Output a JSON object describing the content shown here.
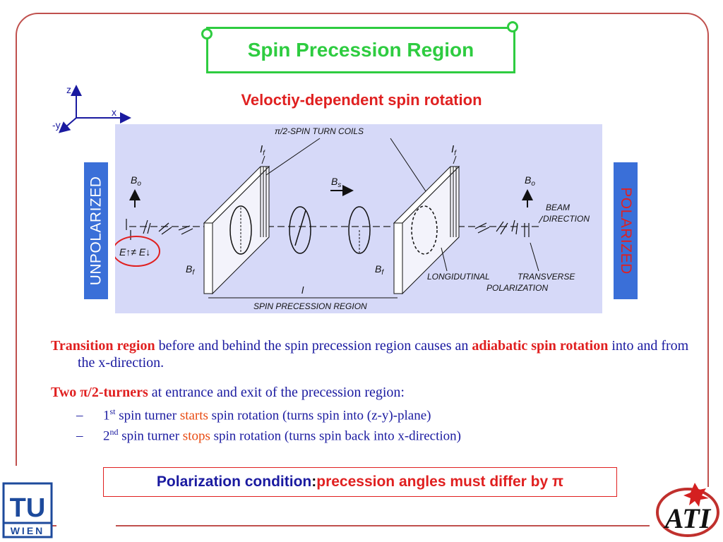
{
  "title": "Spin Precession Region",
  "subtitle": "Veloctiy-dependent spin rotation",
  "axes": {
    "z": "z",
    "x": "x",
    "neg_y": "-y"
  },
  "side_labels": {
    "left": "UNPOLARIZED",
    "right": "POLARIZED"
  },
  "diagram": {
    "coils_label": "π/2-SPIN TURN COILS",
    "i_f": "I",
    "i_f_sub": "f",
    "b0": "B",
    "b0_sub": "o",
    "bs": "B",
    "bs_sub": "s",
    "bf": "B",
    "bf_sub": "f",
    "energy": "E↑≠ E↓",
    "beam_direction_1": "BEAM",
    "beam_direction_2": "DIRECTION",
    "longitudinal": "LONGIDUTINAL",
    "transverse": "TRANSVERSE",
    "polarization": "POLARIZATION",
    "length": "l",
    "region": "SPIN PRECESSION REGION"
  },
  "bullets": {
    "p1_a": "Transition region",
    "p1_b": " before and behind the spin precession region causes an ",
    "p1_c": "adiabatic spin rotation",
    "p1_d": " into and from the x-direction.",
    "p2_a": "Two π/2-turners",
    "p2_b": " at entrance and exit of the precession region:",
    "s1_dash": "–",
    "s1_a": "1",
    "s1_sup": "st",
    "s1_b": " spin turner ",
    "s1_c": "starts",
    "s1_d": " spin rotation (turns spin into (z-y)-plane)",
    "s2_dash": "–",
    "s2_a": "2",
    "s2_sup": "nd",
    "s2_b": " spin turner ",
    "s2_c": "stops",
    "s2_d": " spin rotation (turns spin back into x-direction)"
  },
  "condition": {
    "label": "Polarization condition",
    "colon": ":",
    "text": " precession angles must differ by π"
  },
  "logos": {
    "tu_top": "TU",
    "tu_bottom": "WIEN",
    "ati": "ATI"
  },
  "colors": {
    "frame": "#c0504d",
    "title": "#2ecc40",
    "accent_red": "#e02020",
    "text_blue": "#1a1aa0",
    "label_blue": "#3a6fd8"
  }
}
